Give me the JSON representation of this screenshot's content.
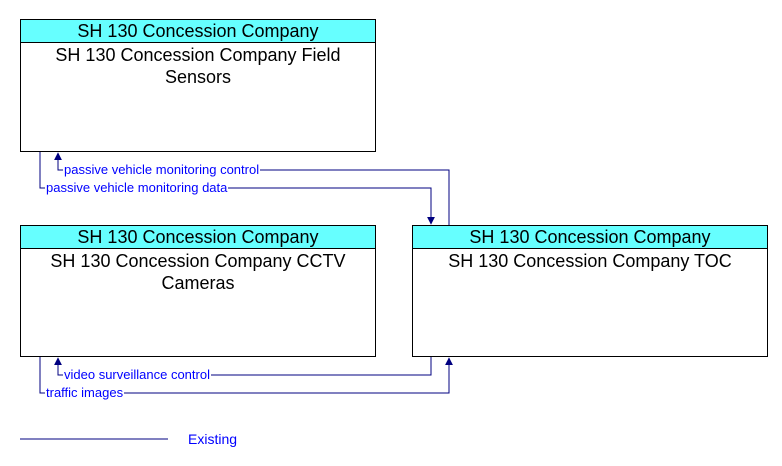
{
  "elements": [
    {
      "owner": "SH 130 Concession Company",
      "name": "SH 130 Concession Company Field Sensors"
    },
    {
      "owner": "SH 130 Concession Company",
      "name": "SH 130 Concession Company CCTV Cameras"
    },
    {
      "owner": "SH 130 Concession Company",
      "name": "SH 130 Concession Company TOC"
    }
  ],
  "flows": [
    {
      "label": "passive vehicle monitoring control"
    },
    {
      "label": "passive vehicle monitoring data"
    },
    {
      "label": "video surveillance control"
    },
    {
      "label": "traffic images"
    }
  ],
  "legend": {
    "existing": "Existing"
  },
  "colors": {
    "header_fill": "#66ffff",
    "flow_line": "#000080",
    "flow_text": "#0000ff"
  }
}
